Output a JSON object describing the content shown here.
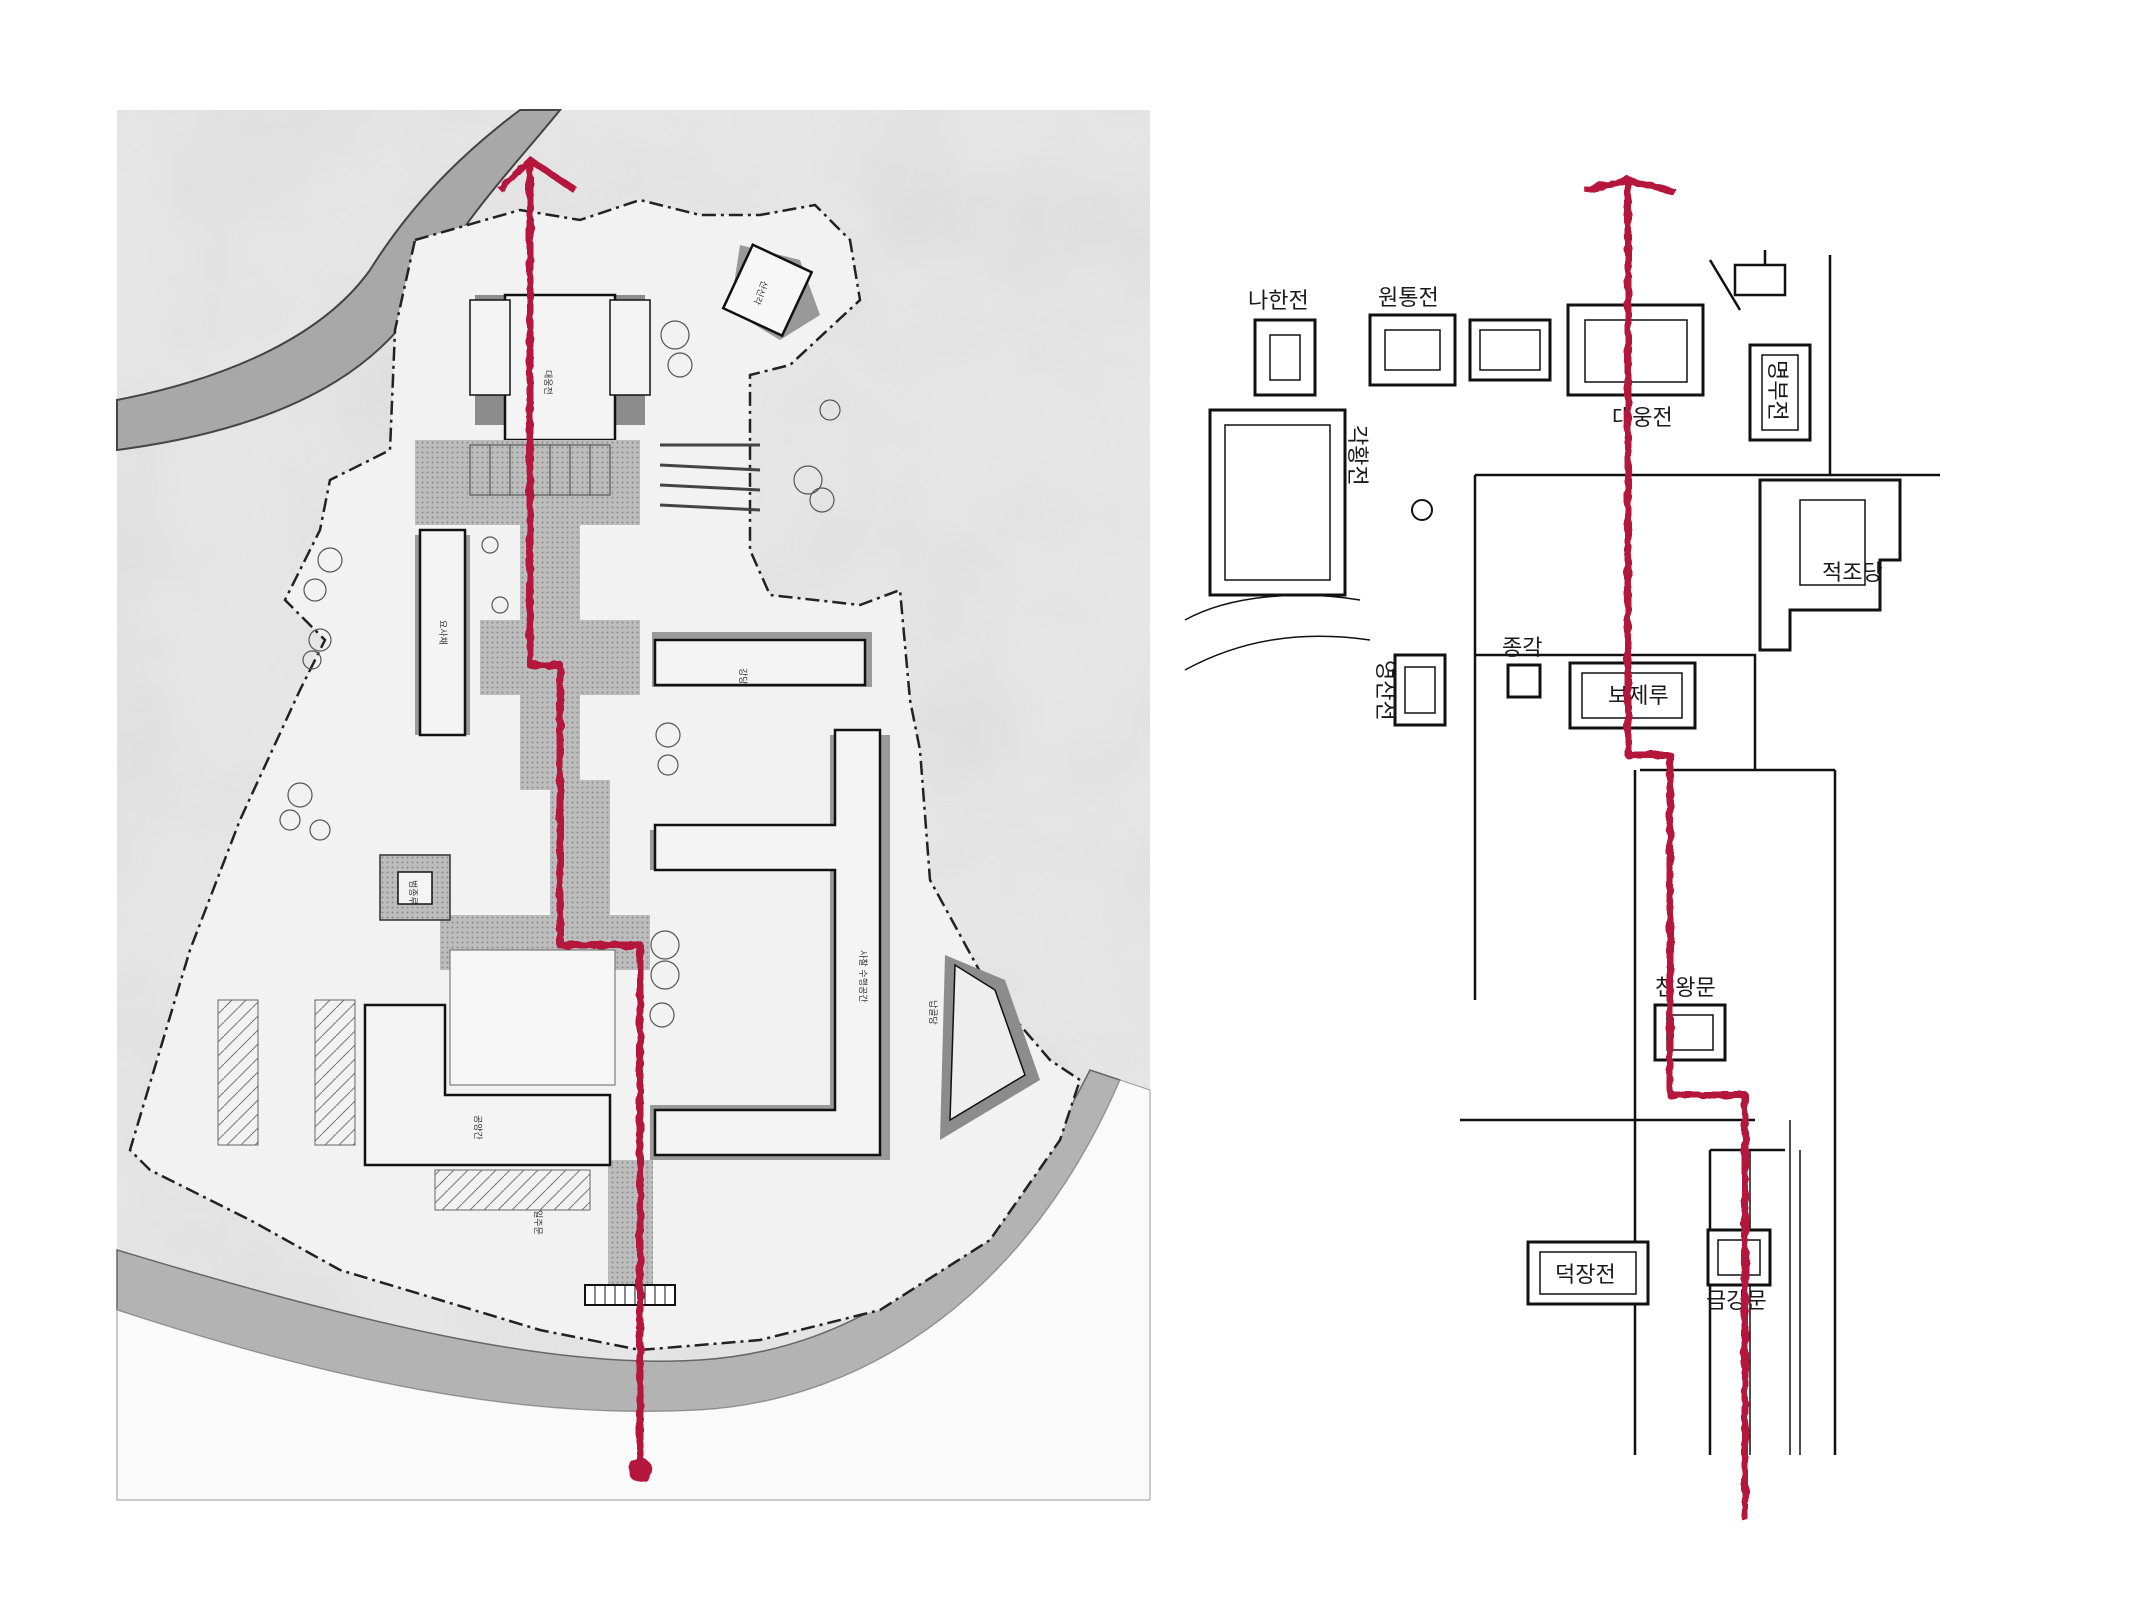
{
  "left_plan": {
    "labels": {
      "main_hall_small": "대웅전",
      "top_right_pavilion": "산신각",
      "west_hall": "요사채",
      "middle_hall": "강당",
      "gate_square": "범종루",
      "east_hall": "사찰 수행공간",
      "south_hall": "공양간",
      "memorial": "납골당",
      "entrance": "일주문"
    }
  },
  "right_plan": {
    "labels": {
      "nahanjeon": "나한전",
      "wontongjeon": "원통전",
      "daeungjeon": "대웅전",
      "myeongbujeon": "명부전",
      "gakhwangjeon": "각황전",
      "jeokjodang": "적조당",
      "jonggak": "종각",
      "bojeru": "보제루",
      "yeongsanjeon": "영산전",
      "cheonwangmun": "천왕문",
      "deokjangjeon": "덕장전",
      "geumgangmun": "금강문"
    }
  },
  "colors": {
    "path_red": "#b5123a",
    "hatch_gray": "#9a9a9a",
    "road_gray": "#b0b0b0",
    "line_dark": "#222222"
  }
}
